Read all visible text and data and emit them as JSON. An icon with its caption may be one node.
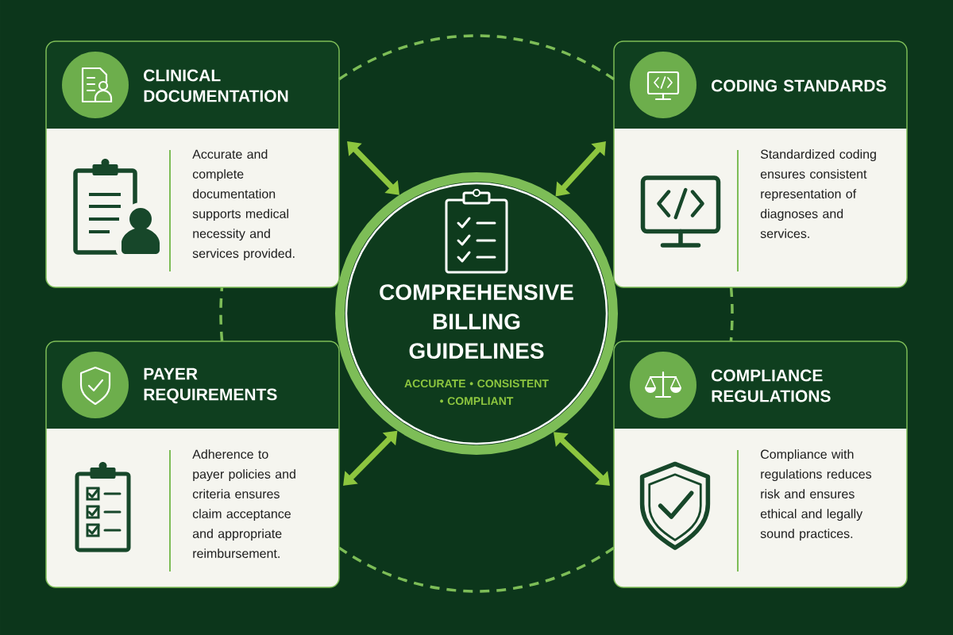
{
  "diagram": {
    "nodes": [
      {
        "text": [
          "CLINICAL DOCUMENTATION",
          "Accurate and complete documentation supports medical necessity and services provided."
        ]
      },
      {
        "text": [
          "CODING STANDARDS",
          "Standardized coding ensures consistent representation of diagnoses and services."
        ]
      },
      {
        "text": [
          "COMPREHENSIVE BILLING GUIDELINES",
          "ACCURATE • CONSISTENT • COMPLIANT"
        ]
      },
      {
        "text": [
          "PAYER REQUIREMENTS",
          "Adherence to payer policies and criteria ensures claim acceptance and appropriate reimbursement."
        ]
      },
      {
        "text": [
          "COMPLIANCE REGULATIONS",
          "Compliance with regulations reduces risk and ensures ethical and legally sound practices."
        ]
      }
    ],
    "edges": [
      {
        "from": 0,
        "to": 2,
        "arrow": "both",
        "style": "thick"
      },
      {
        "from": 1,
        "to": 2,
        "arrow": "both",
        "style": "thick"
      },
      {
        "from": 3,
        "to": 2,
        "arrow": "both",
        "style": "thick"
      },
      {
        "from": 4,
        "to": 2,
        "arrow": "both",
        "style": "thick"
      },
      {
        "from": 0,
        "to": 1,
        "arrow": "none",
        "style": "dashed"
      },
      {
        "from": 1,
        "to": 4,
        "arrow": "none",
        "style": "dashed"
      },
      {
        "from": 4,
        "to": 3,
        "arrow": "none",
        "style": "dashed"
      },
      {
        "from": 3,
        "to": 0,
        "arrow": "none",
        "style": "dashed"
      }
    ]
  }
}
